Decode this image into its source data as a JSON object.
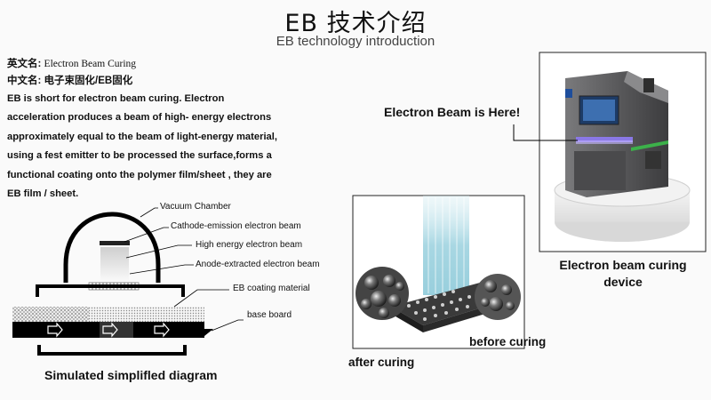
{
  "header": {
    "title": "EB 技术介绍",
    "subtitle": "EB technology introduction"
  },
  "info": {
    "english_name_label": "英文名:",
    "english_name_value": "Electron Beam Curing",
    "chinese_name_label": "中文名:",
    "chinese_name_value": "电子束固化/EB固化"
  },
  "description": {
    "lines": [
      "EB is short for electron beam curing. Electron",
      "acceleration produces a beam of high- energy electrons",
      "approximately equal to the beam of light-energy material,",
      "using a fest emitter to be processed the surface,forms a",
      "functional coating onto the polymer  film/sheet , they are",
      "EB film / sheet."
    ]
  },
  "diagram": {
    "labels": {
      "vacuum_chamber": "Vacuum Chamber",
      "cathode": "Cathode-emission electron beam",
      "high_energy": "High energy electron beam",
      "anode": "Anode-extracted electron beam",
      "coating": "EB coating material",
      "base_board": "base board"
    },
    "caption": "Simulated simplifled diagram"
  },
  "curing": {
    "before": "before curing",
    "after": "after curing"
  },
  "device": {
    "callout": "Electron Beam is Here!",
    "caption_line1": "Electron beam curing",
    "caption_line2": "device"
  },
  "colors": {
    "beam": "#9fd3e0",
    "device_body": "#5e5e60",
    "device_strip": "#3cb14a",
    "beam_glow": "#8a78e6"
  }
}
